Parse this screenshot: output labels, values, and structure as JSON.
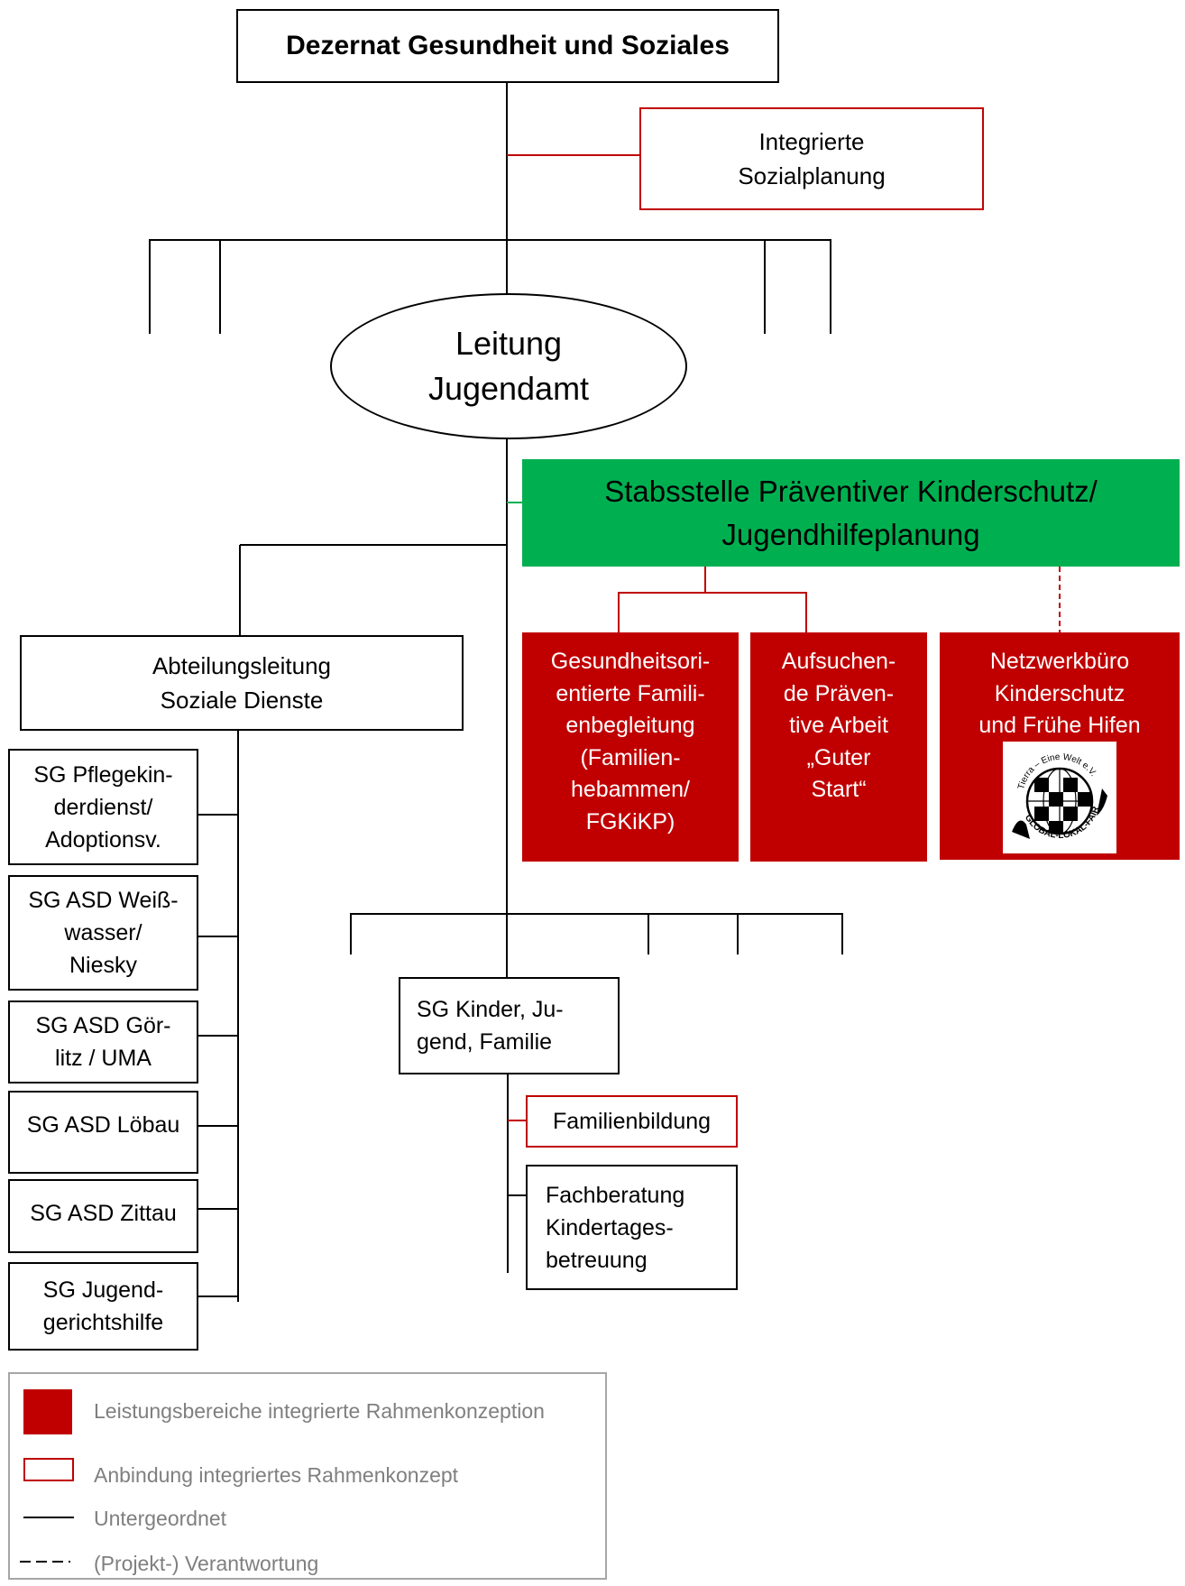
{
  "dezernat": "Dezernat Gesundheit und Soziales",
  "sozialplanung": [
    "Integrierte",
    "Sozialplanung"
  ],
  "leitung": [
    "Leitung",
    "Jugendamt"
  ],
  "stabsstelle": [
    "Stabsstelle Präventiver Kinderschutz/",
    "Jugendhilfeplanung"
  ],
  "familienbegleitung": [
    "Gesundheitsori-",
    "entierte Famili-",
    "enbegleitung",
    "(Familien-",
    "hebammen/",
    "FGKiKP)"
  ],
  "aufsuchende": [
    "Aufsuchen-",
    "de Präven-",
    "tive Arbeit",
    "„Guter",
    "Start“"
  ],
  "netzwerk": [
    "Netzwerkbüro",
    "Kinderschutz",
    "und Frühe Hifen"
  ],
  "logo": {
    "top": "Tierra – Eine Welt e.V.",
    "bottom": "GLOBAL-LOKAL-FAIR"
  },
  "abteilung": [
    "Abteilungsleitung",
    "Soziale Dienste"
  ],
  "sg_left": [
    [
      "SG Pflegekin-",
      "derdienst/",
      "Adoptionsv."
    ],
    [
      "SG ASD Weiß-",
      "wasser/",
      "Niesky"
    ],
    [
      "SG ASD Gör-",
      "litz / UMA"
    ],
    [
      "SG ASD Löbau"
    ],
    [
      "SG ASD Zittau"
    ],
    [
      "SG Jugend-",
      "gerichtshilfe"
    ]
  ],
  "sg_kinder": [
    "SG Kinder, Ju-",
    "gend, Familie"
  ],
  "familienbildung": "Familienbildung",
  "fachberatung": [
    "Fachberatung",
    "Kindertages-",
    "betreuung"
  ],
  "legend": {
    "filled": "Leistungsbereiche integrierte Rahmenkonzeption",
    "outlined": "Anbindung integriertes Rahmenkonzept",
    "solid": "Untergeordnet",
    "dashed": "(Projekt-) Verantwortung"
  },
  "colors": {
    "red": "#c00000",
    "green": "#00b050",
    "legend_text": "#7f7f7f"
  }
}
